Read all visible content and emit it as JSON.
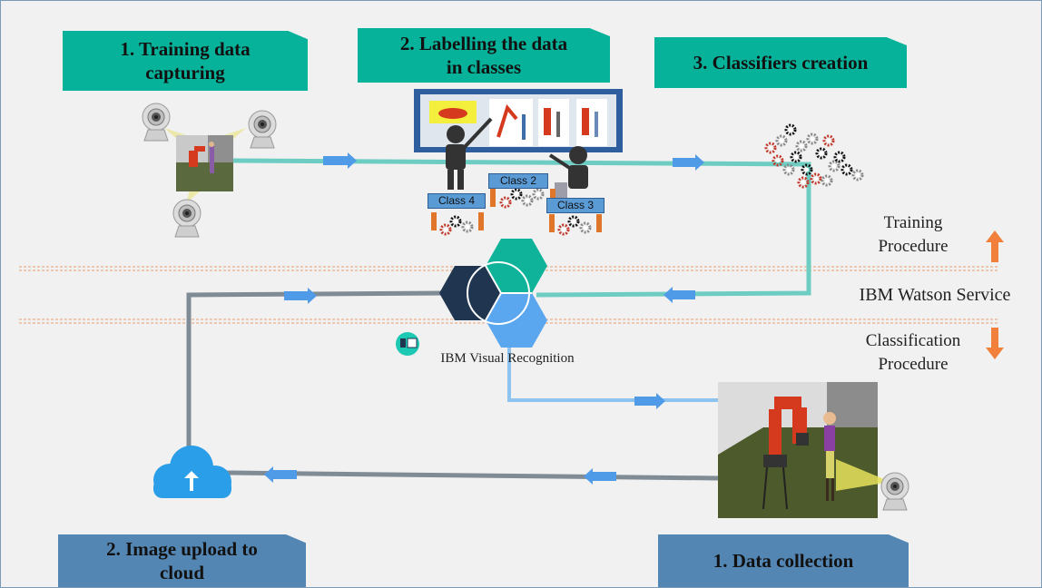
{
  "training_steps": {
    "step1": "1. Training data capturing",
    "step1_line1": "1. Training data",
    "step1_line2": "capturing",
    "step2_line1": "2. Labelling the data",
    "step2_line2": "in classes",
    "step3": "3. Classifiers creation"
  },
  "classes": {
    "class2": "Class 2",
    "class3": "Class 3",
    "class4": "Class 4"
  },
  "labels": {
    "training_line1": "Training",
    "training_line2": "Procedure",
    "watson": "IBM Watson Service",
    "classification_line1": "Classification",
    "classification_line2": "Procedure",
    "visual_recognition": "IBM Visual Recognition"
  },
  "classification_steps": {
    "upload_line1": "2. Image upload to",
    "upload_line2": "cloud",
    "collection": "1. Data collection"
  },
  "colors": {
    "teal_banner": "#06b39a",
    "blue_banner": "#5486b4",
    "training_flow": "#6ecdc2",
    "classification_flow": "#7f8b95",
    "results_flow": "#8ec2ef",
    "arrow_blue": "#4f9be8",
    "orange_arrow": "#f0803c",
    "divider": "#e8a070"
  },
  "icons": [
    "camera-icon",
    "gear-icon",
    "cloud-upload-icon",
    "hexagon-logo-icon",
    "visual-recognition-icon",
    "arrow-up-icon",
    "arrow-down-icon"
  ]
}
